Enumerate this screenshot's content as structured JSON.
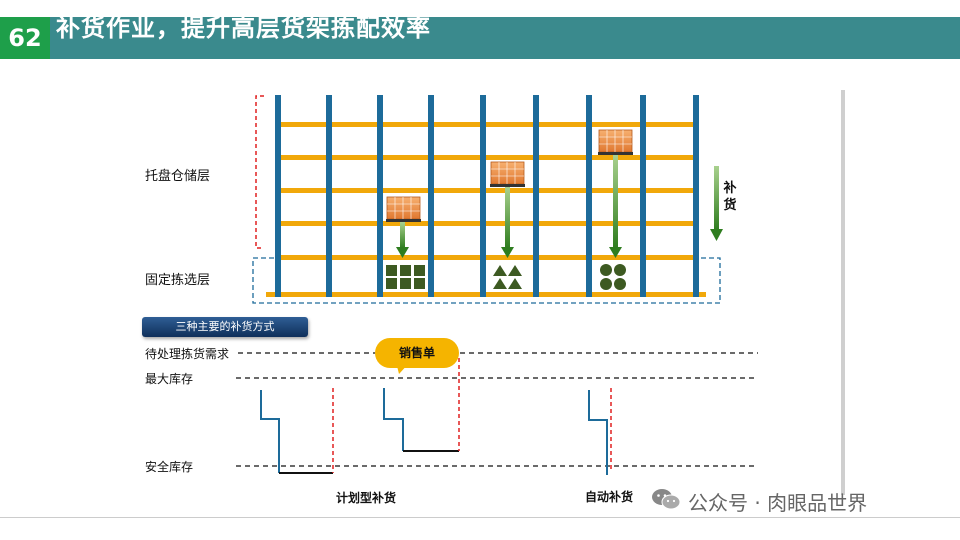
{
  "slide": {
    "number": "62",
    "title": "补货作业，提升高层货架拣配效率"
  },
  "labels": {
    "pallet_storage": "托盘仓储层",
    "fixed_picking": "固定拣选层",
    "replenish_vertical": "补货",
    "methods_title": "三种主要的补货方式",
    "pending_demand": "待处理拣货需求",
    "max_stock": "最大库存",
    "safety_stock": "安全库存",
    "sales_order": "销售单",
    "planned": "计划型补货",
    "automatic": "自动补货"
  },
  "watermark": {
    "text": "公众号 · 肉眼品世界",
    "icon": "wechat-icon"
  },
  "colors": {
    "header": "#3a8a8d",
    "badge": "#1e9f4a",
    "rack_post": "#1d6b9a",
    "rack_beam": "#f1a80a",
    "arrow": "#2f7d1f",
    "box": "#f09040",
    "pick_item": "#3d5a22",
    "red_dash": "#e02020",
    "stock_line": "#1d6b9a"
  }
}
